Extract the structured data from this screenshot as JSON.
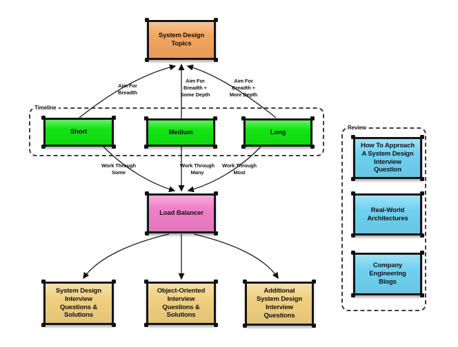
{
  "groups": {
    "timeline": {
      "label": "Timeline"
    },
    "review": {
      "label": "Review"
    }
  },
  "nodes": {
    "topics": {
      "label": "System Design\nTopics",
      "color": "#f2a55f"
    },
    "short": {
      "label": "Short",
      "color": "#12e412"
    },
    "medium": {
      "label": "Medium",
      "color": "#12e412"
    },
    "long": {
      "label": "Long",
      "color": "#12e412"
    },
    "load_balancer": {
      "label": "Load Balancer",
      "color": "#ef7fc7"
    },
    "sdi_questions": {
      "label": "System Design\nInterview\nQuestions &\nSolutions",
      "color": "#f0d07f"
    },
    "ood_questions": {
      "label": "Object-Oriented\nInterview\nQuestions &\nSolutions",
      "color": "#f0d07f"
    },
    "additional_questions": {
      "label": "Additional\nSystem Design\nInterview\nQuestions",
      "color": "#f0d07f"
    },
    "how_to_approach": {
      "label": "How To Approach\nA System Design\nInterview\nQuestion",
      "color": "#6fd1f1"
    },
    "real_world": {
      "label": "Real-World\nArchitectures",
      "color": "#6fd1f1"
    },
    "eng_blogs": {
      "label": "Company\nEngineering\nBlogs",
      "color": "#6fd1f1"
    }
  },
  "edge_labels": {
    "aim_breadth": "Aim For\nBreadth",
    "aim_some_depth": "Aim For\nBreadth +\nSome Depth",
    "aim_more_depth": "Aim For\nBreadth +\nMore Depth",
    "work_some": "Work Through\nSome",
    "work_many": "Work Through\nMany",
    "work_most": "Work Through\nMost"
  },
  "colors": {
    "edge": "#1a1a1a",
    "node_border": "#141414",
    "group_border": "#3c3c3c"
  }
}
